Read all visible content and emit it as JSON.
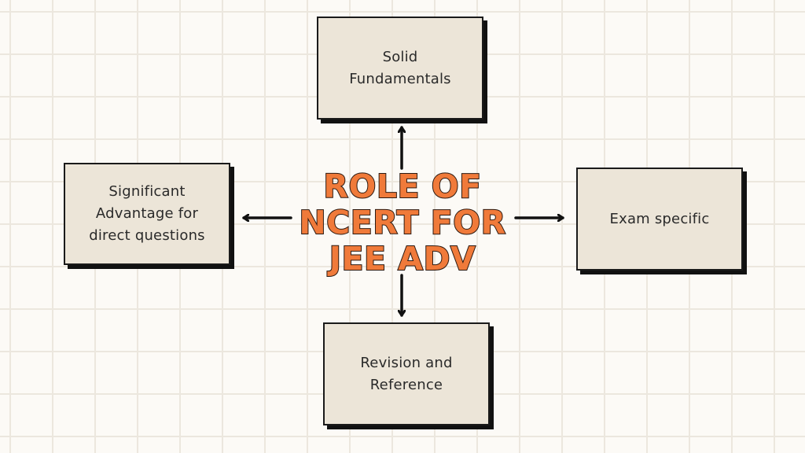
{
  "diagram": {
    "title": "ROLE OF\nNCERT FOR\nJEE ADV",
    "nodes": {
      "top": "Solid\nFundamentals",
      "left": "Significant\nAdvantage for\ndirect questions",
      "right": "Exam specific",
      "bottom": "Revision and\nReference"
    },
    "colors": {
      "background": "#fcfaf6",
      "grid": "#ece7de",
      "box_fill": "#ece5d8",
      "title_fill": "#f07a3a",
      "title_outline": "#2b1a12",
      "arrow": "#111111"
    }
  }
}
